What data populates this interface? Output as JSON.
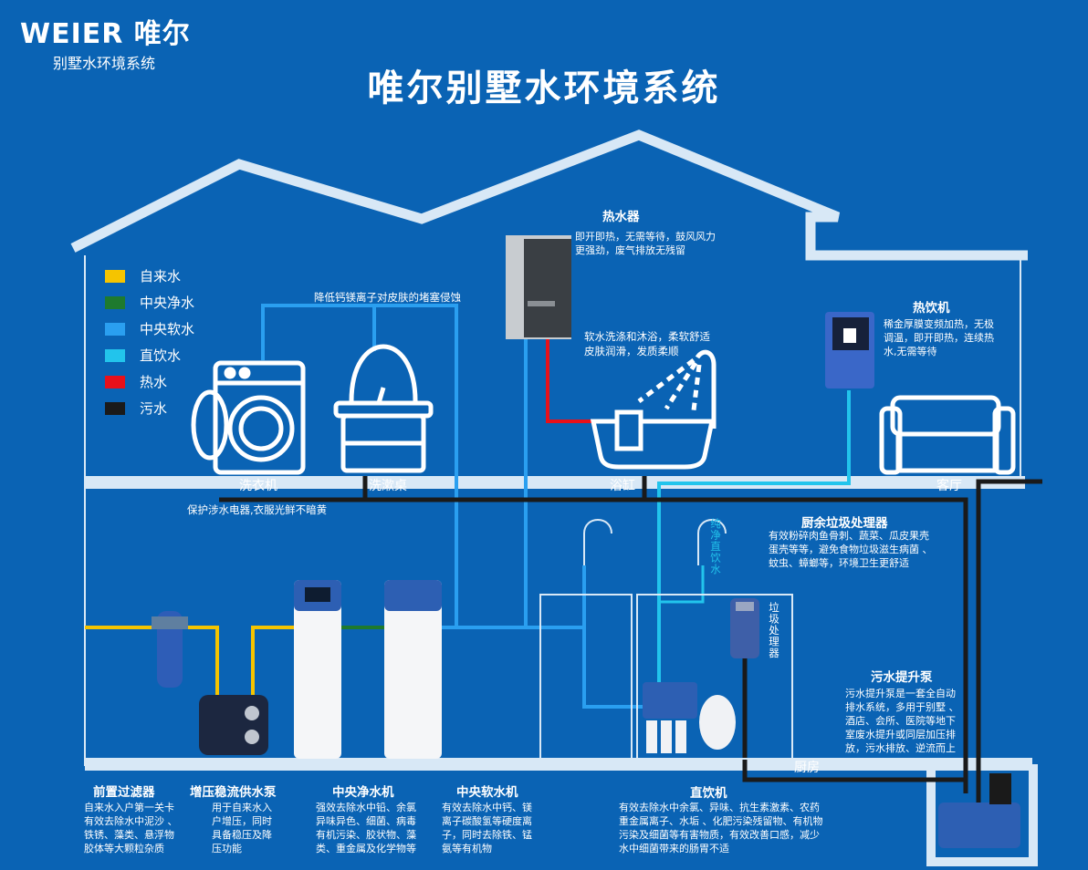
{
  "brand": {
    "logo": "WEIER 唯尔",
    "subtitle": "别墅水环境系统"
  },
  "title": "唯尔别墅水环境系统",
  "legend": [
    {
      "label": "自来水",
      "color": "#f5c400"
    },
    {
      "label": "中央净水",
      "color": "#1e7a2e"
    },
    {
      "label": "中央软水",
      "color": "#2a9ff0"
    },
    {
      "label": "直饮水",
      "color": "#22c4ec"
    },
    {
      "label": "热水",
      "color": "#e8101a"
    },
    {
      "label": "污水",
      "color": "#1a1a1a"
    }
  ],
  "rooms": {
    "laundry": "洗衣机",
    "washbasin": "洗漱桌",
    "bathtub": "浴缸",
    "living": "客厅",
    "kitchen": "厨房"
  },
  "notes": {
    "skin": "降低钙镁离子对皮肤的堵塞侵蚀",
    "appliance": "保护涉水电器,衣服光鲜不暗黄",
    "bath": "软水洗涤和沐浴，柔软舒适\n皮肤润滑，发质柔顺",
    "pure_water": "纯净直饮水",
    "disposer_short": "垃圾处理器"
  },
  "heater": {
    "title": "热水器",
    "desc": "即开即热，无需等待，鼓风风力\n更强劲，废气排放无残留"
  },
  "hot_dispenser": {
    "title": "热饮机",
    "desc": "稀金厚膜变频加热，无极\n调温，即开即热，连续热\n水,无需等待"
  },
  "disposer": {
    "title": "厨余垃圾处理器",
    "desc": "有效粉碎肉鱼骨刺、蔬菜、瓜皮果壳\n蛋壳等等，避免食物垃圾滋生病菌 、\n蚊虫、蟑螂等，环境卫生更舒适"
  },
  "lift_pump": {
    "title": "污水提升泵",
    "desc": "污水提升泵是一套全自动\n排水系统，多用于别墅 、\n酒店、会所、医院等地下\n室废水提升或同层加压排\n放，污水排放、逆流而上"
  },
  "prefilter": {
    "title": "前置过滤器",
    "desc": "自来水入户第一关卡\n有效去除水中泥沙 、\n铁锈、藻类、悬浮物\n胶体等大颗粒杂质"
  },
  "booster": {
    "title": "增压稳流供水泵",
    "desc": "用于自来水入\n户增压，同时\n具备稳压及降\n压功能"
  },
  "purifier": {
    "title": "中央净水机",
    "desc": "强效去除水中铅、余氯\n异味异色、细菌、病毒\n有机污染、胶状物、藻\n类、重金属及化学物等"
  },
  "softener": {
    "title": "中央软水机",
    "desc": "有效去除水中钙、镁\n离子碳酸氢等硬度离\n子，同时去除铁、锰\n氨等有机物"
  },
  "drinker": {
    "title": "直饮机",
    "desc": "有效去除水中余氯、异味、抗生素激素、农药\n重金属离子、水垢 、化肥污染残留物、有机物\n污染及细菌等有害物质，有效改善口感，减少\n水中细菌带来的肠胃不适"
  }
}
